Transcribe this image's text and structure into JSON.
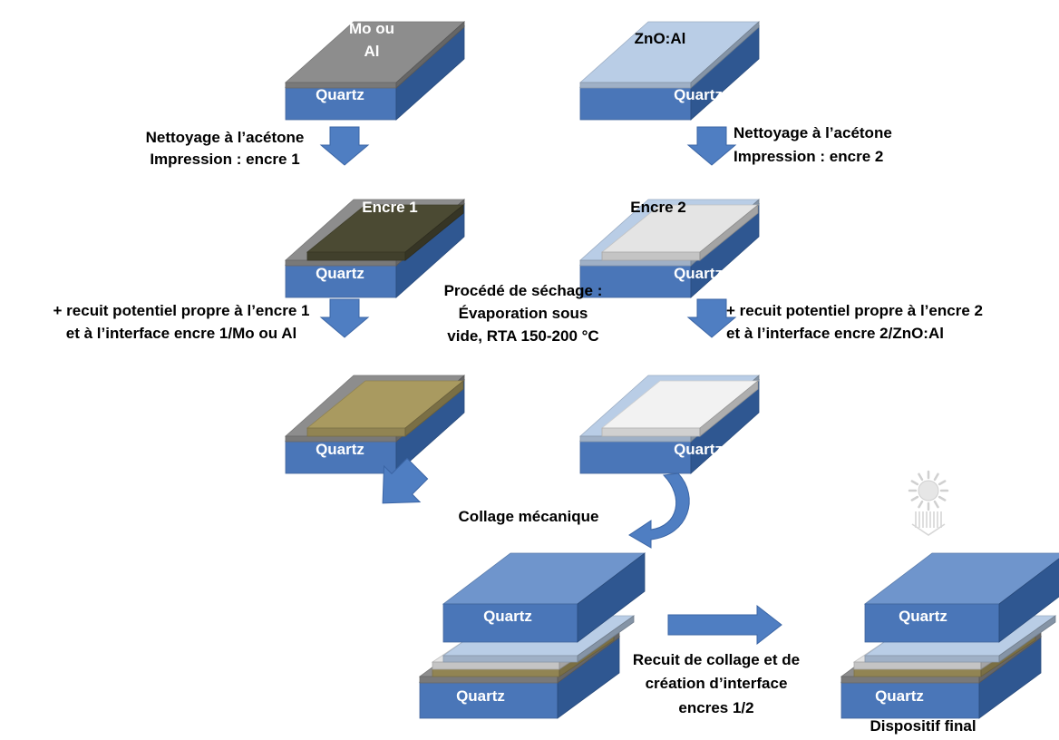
{
  "colors": {
    "quartz_top": "#6f95cc",
    "quartz_front": "#4a76b8",
    "quartz_side": "#2f5791",
    "metal": "#8d8d8d",
    "zno": "#b9cde6",
    "ink1_wet": "#4b4a33",
    "ink1_dry": "#a99a60",
    "ink2": "#e4e4e4",
    "arrow": "#4f7ec2"
  },
  "icons": [
    "sun-icon",
    "heat-rays-icon",
    "down-arrow-icon",
    "right-arrow-icon",
    "curved-arrow-icon"
  ],
  "substrate_label": "Quartz",
  "left": {
    "metal_label_1": "Mo ou",
    "metal_label_2": "Al",
    "step1_line1": "Nettoyage à l’acétone",
    "step1_line2": "Impression : encre 1",
    "ink_label": "Encre 1",
    "step2_line1": "+ recuit potentiel propre à l’encre 1",
    "step2_line2": "et à l’interface encre 1/Mo ou Al"
  },
  "right": {
    "tco_label": "ZnO:Al",
    "step1_line1": "Nettoyage à l’acétone",
    "step1_line2": "Impression : encre 2",
    "ink_label": "Encre 2",
    "step2_line1": "+ recuit potentiel propre à l’encre 2",
    "step2_line2": "et à l’interface encre 2/ZnO:Al"
  },
  "drying": {
    "line1": "Procédé de séchage :",
    "line2": "Évaporation sous",
    "line3": "vide, RTA 150-200 °C"
  },
  "bonding_label": "Collage mécanique",
  "anneal": {
    "line1": "Recuit de collage et de",
    "line2": "création d’interface",
    "line3": "encres 1/2"
  },
  "final_label": "Dispositif final"
}
